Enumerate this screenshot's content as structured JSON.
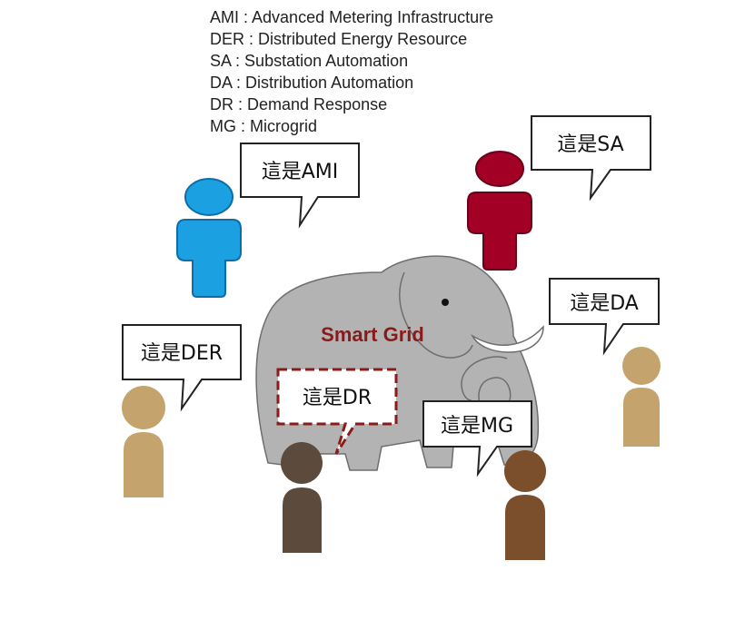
{
  "legend": [
    {
      "abbr": "AMI",
      "full": "Advanced Metering Infrastructure"
    },
    {
      "abbr": "DER",
      "full": "Distributed Energy Resource"
    },
    {
      "abbr": "SA",
      "full": "Substation Automation"
    },
    {
      "abbr": "DA",
      "full": "Distribution Automation"
    },
    {
      "abbr": "DR",
      "full": "Demand Response"
    },
    {
      "abbr": "MG",
      "full": "Microgrid"
    }
  ],
  "elephant_label": "Smart Grid",
  "bubbles": {
    "ami": "這是AMI",
    "sa": "這是SA",
    "da": "這是DA",
    "der": "這是DER",
    "dr": "這是DR",
    "mg": "這是MG"
  },
  "colors": {
    "ami_person": "#1BA1E2",
    "sa_person": "#A20025",
    "da_person": "#C4A46C",
    "der_person": "#C4A46C",
    "dr_person": "#5C4A3C",
    "mg_person": "#7B4F2B",
    "elephant": "#B3B3B3",
    "label": "#8B1A1A"
  }
}
